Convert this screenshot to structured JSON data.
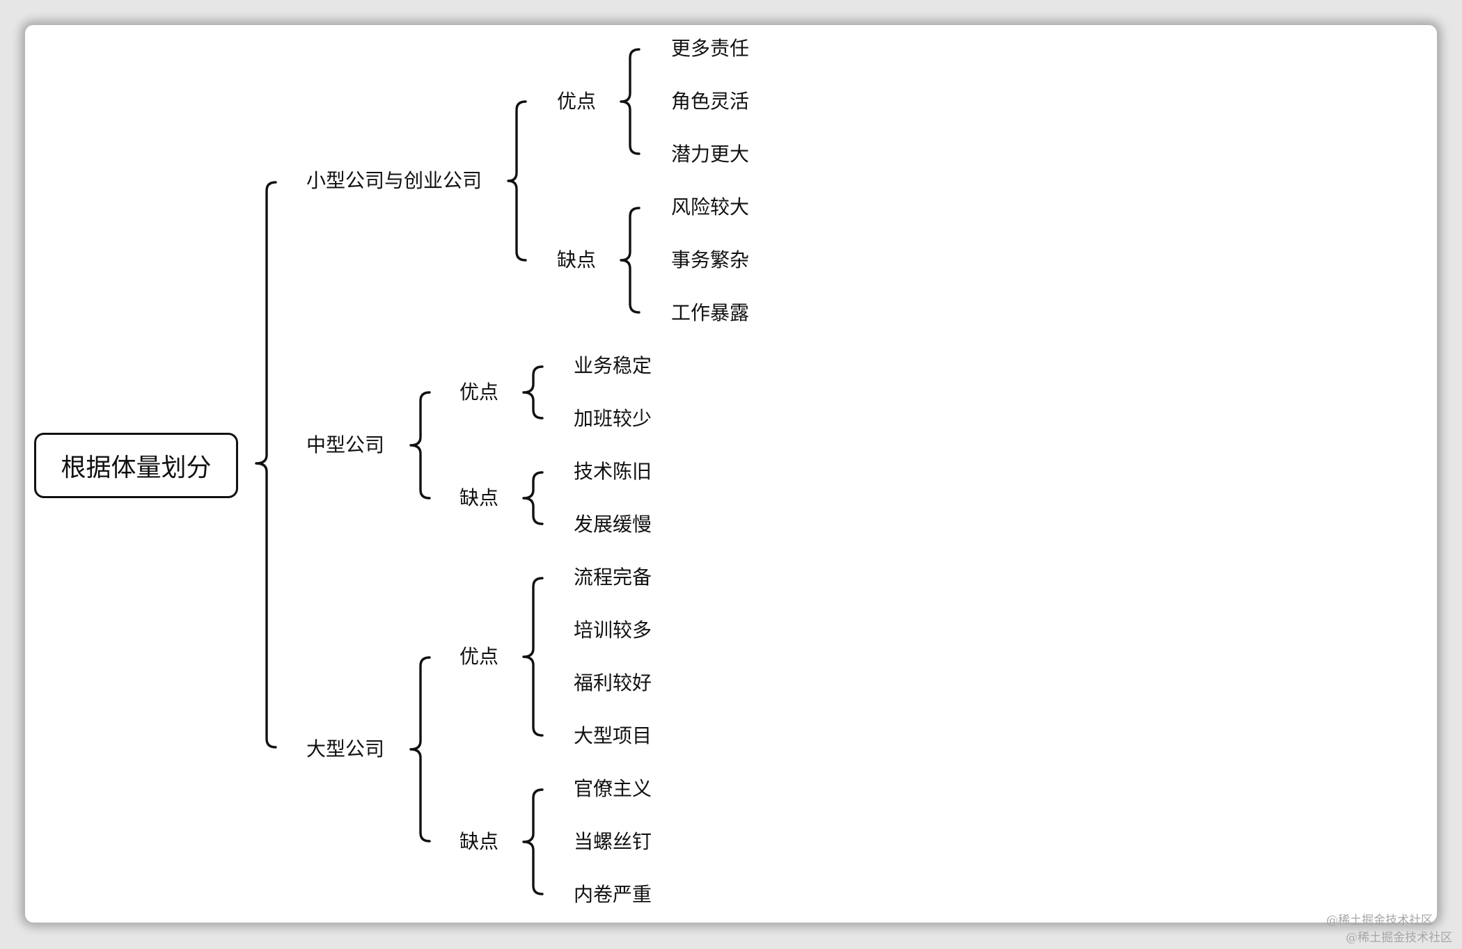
{
  "root": "根据体量划分",
  "branches": [
    {
      "title": "小型公司与创业公司",
      "pros": {
        "label": "优点",
        "items": [
          "更多责任",
          "角色灵活",
          "潜力更大"
        ]
      },
      "cons": {
        "label": "缺点",
        "items": [
          "风险较大",
          "事务繁杂",
          "工作暴露"
        ]
      }
    },
    {
      "title": "中型公司",
      "pros": {
        "label": "优点",
        "items": [
          "业务稳定",
          "加班较少"
        ]
      },
      "cons": {
        "label": "缺点",
        "items": [
          "技术陈旧",
          "发展缓慢"
        ]
      }
    },
    {
      "title": "大型公司",
      "pros": {
        "label": "优点",
        "items": [
          "流程完备",
          "培训较多",
          "福利较好",
          "大型项目"
        ]
      },
      "cons": {
        "label": "缺点",
        "items": [
          "官僚主义",
          "当螺丝钉",
          "内卷严重"
        ]
      }
    }
  ],
  "watermark": "@稀土掘金技术社区",
  "colors": {
    "line": "#111111",
    "text": "#111111",
    "card": "#ffffff",
    "background": "#e6e6e6",
    "watermark": "#a6a6a6"
  }
}
